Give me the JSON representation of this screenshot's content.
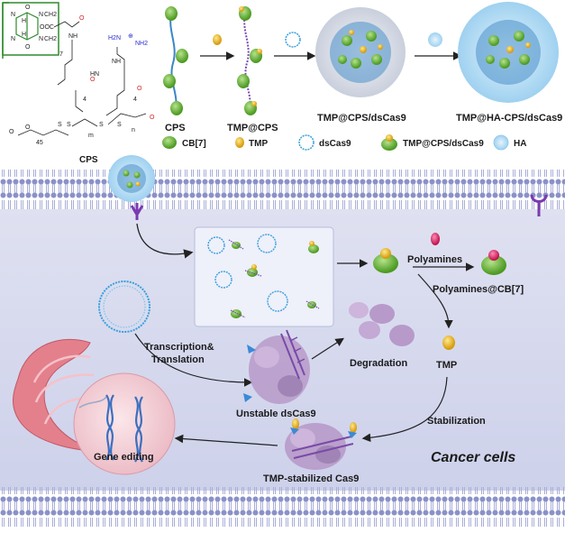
{
  "chemistry": {
    "label": "CPS",
    "fragments": [
      "N",
      "N",
      "N",
      "N",
      "H",
      "H",
      "O",
      "O",
      "CH2",
      "CH2",
      "OOC",
      "7",
      "NH",
      "O",
      "H2N",
      "NH2",
      "NH",
      "O",
      "O",
      "HN",
      "4",
      "4",
      "45",
      "m",
      "n",
      "S",
      "S",
      "S",
      "S",
      "O",
      "O",
      "O"
    ],
    "plus_sign": "⊕"
  },
  "top_flow": {
    "steps": [
      {
        "label": "CPS"
      },
      {
        "label": "TMP@CPS"
      },
      {
        "label": "TMP@CPS/dsCas9"
      },
      {
        "label": "TMP@HA-CPS/dsCas9"
      }
    ]
  },
  "legend": [
    {
      "label": "CB[7]",
      "icon": "cb7-icon"
    },
    {
      "label": "TMP",
      "icon": "tmp-icon"
    },
    {
      "label": "dsCas9",
      "icon": "dscas9-icon"
    },
    {
      "label": "TMP@CPS/dsCas9",
      "icon": "complex-icon"
    },
    {
      "label": "HA",
      "icon": "ha-icon"
    }
  ],
  "cell_labels": {
    "polyamines": "Polyamines",
    "polyamines_cb7": "Polyamines@CB[7]",
    "transcription": "Transcription&",
    "translation": "Translation",
    "degradation": "Degradation",
    "tmp": "TMP",
    "unstable": "Unstable dsCas9",
    "stabilization": "Stabilization",
    "gene_editing": "Gene editing",
    "stabilized": "TMP-stabilized Cas9",
    "cancer_cells": "Cancer cells"
  },
  "colors": {
    "membrane_head": "#8b93c9",
    "cytoplasm": "#d9dcef",
    "cb7_green": "#6bbf3a",
    "tmp_yellow": "#e8b81a",
    "dna_blue": "#3aa0dc",
    "ha_blue": "#a8d8f2",
    "protein_purple": "#b79ac9",
    "nucleus_pink": "#f0cbd3",
    "er_pink": "#e3808c",
    "polyamine_pink": "#e0306a"
  }
}
